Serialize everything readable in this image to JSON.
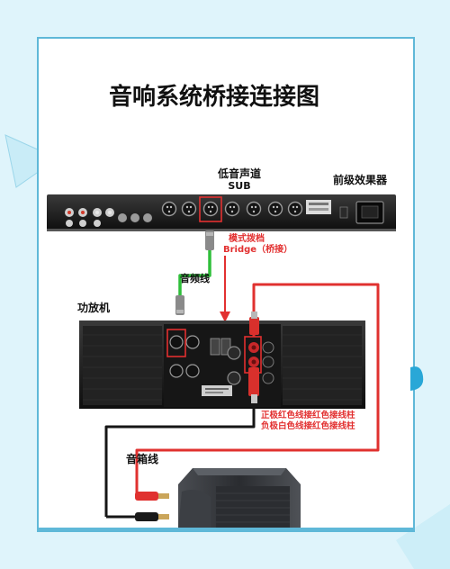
{
  "title": "音响系统桥接连接图",
  "labels": {
    "sub_cn": "低音声道",
    "sub_en": "SUB",
    "processor": "前级效果器",
    "bridge_cn": "模式拨档",
    "bridge_en": "Bridge（桥接）",
    "audio_cable": "音频线",
    "amplifier": "功放机",
    "positive_note": "正极红色线接红色接线柱",
    "negative_note": "负极白色线接红色接线柱",
    "speaker_cable": "音箱线"
  },
  "colors": {
    "background": "#dff4fb",
    "card": "#ffffff",
    "frame": "#5fb8d8",
    "device": "#1b1b1b",
    "red_wire": "#e0312f",
    "green_wire": "#2fbf3a",
    "black_wire": "#161616",
    "highlight": "#e23030",
    "accent_blue": "#29a7d7"
  }
}
